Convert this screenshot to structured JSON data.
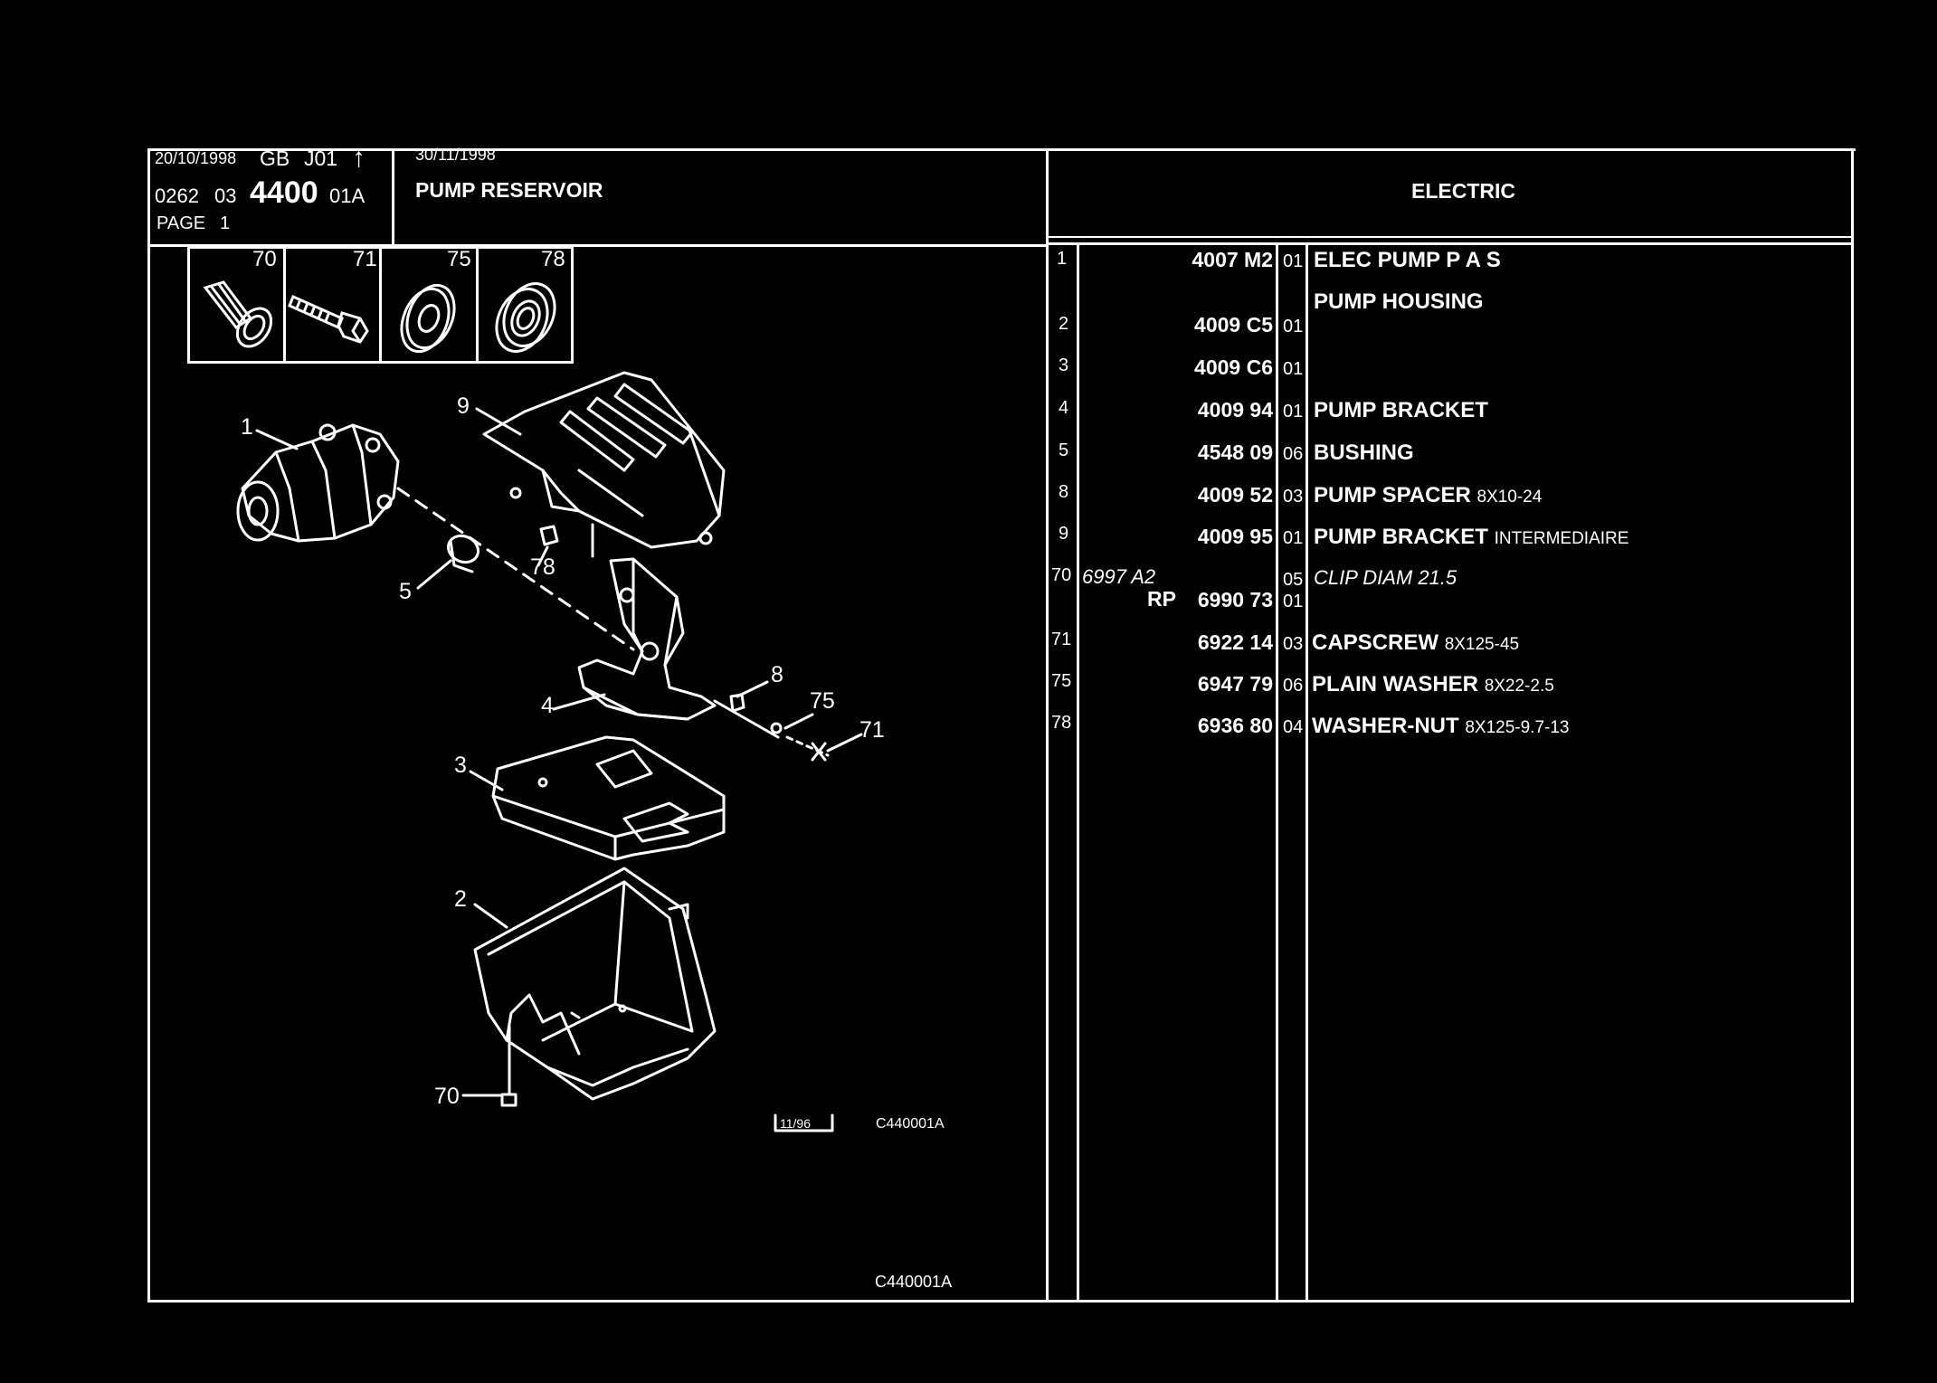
{
  "header": {
    "date_left": "20/10/1998",
    "lang_code": "GB",
    "j_code": "J01",
    "arrow_glyph": "↑",
    "group_prefix": "0262",
    "group_number": "03",
    "main_code": "4400",
    "variant": "01A",
    "page_label": "PAGE",
    "page_number": "1",
    "date_right": "30/11/1998",
    "title": "PUMP RESERVOIR",
    "section_title": "ELECTRIC"
  },
  "thumbnails": [
    {
      "ref": "70",
      "icon": "clip-icon"
    },
    {
      "ref": "71",
      "icon": "capscrew-icon"
    },
    {
      "ref": "75",
      "icon": "plain-washer-icon"
    },
    {
      "ref": "78",
      "icon": "washer-nut-icon"
    }
  ],
  "diagram": {
    "callouts": {
      "c1": "1",
      "c9": "9",
      "c5": "5",
      "c78": "78",
      "c8": "8",
      "c4": "4",
      "c75": "75",
      "c71": "71",
      "c3": "3",
      "c2": "2",
      "c70": "70"
    },
    "date_stamp": "11/96",
    "drawing_ref": "C440001A",
    "footer_ref": "C440001A"
  },
  "parts": [
    {
      "ref": "1",
      "prefix": "",
      "part_no": "4007 M2",
      "qty": "01",
      "description": "ELEC PUMP P A S",
      "spec": ""
    },
    {
      "ref": "",
      "prefix": "",
      "part_no": "",
      "qty": "",
      "description": "PUMP HOUSING",
      "spec": ""
    },
    {
      "ref": "2",
      "prefix": "",
      "part_no": "4009 C5",
      "qty": "01",
      "description": "",
      "spec": ""
    },
    {
      "ref": "3",
      "prefix": "",
      "part_no": "4009 C6",
      "qty": "01",
      "description": "",
      "spec": ""
    },
    {
      "ref": "4",
      "prefix": "",
      "part_no": "4009 94",
      "qty": "01",
      "description": "PUMP BRACKET",
      "spec": ""
    },
    {
      "ref": "5",
      "prefix": "",
      "part_no": "4548 09",
      "qty": "06",
      "description": "BUSHING",
      "spec": ""
    },
    {
      "ref": "8",
      "prefix": "",
      "part_no": "4009 52",
      "qty": "03",
      "description": "PUMP SPACER",
      "spec": "8X10-24"
    },
    {
      "ref": "9",
      "prefix": "",
      "part_no": "4009 95",
      "qty": "01",
      "description": "PUMP BRACKET",
      "spec": "INTERMEDIAIRE"
    },
    {
      "ref": "70",
      "prefix": "6997 A2",
      "part_no": "",
      "qty": "05",
      "description": "CLIP DIAM 21.5",
      "spec": ""
    },
    {
      "ref": "",
      "prefix": "RP",
      "part_no": "6990 73",
      "qty": "01",
      "description": "",
      "spec": ""
    },
    {
      "ref": "71",
      "prefix": "",
      "part_no": "6922 14",
      "qty": "03",
      "description": "CAPSCREW",
      "spec": "8X125-45"
    },
    {
      "ref": "75",
      "prefix": "",
      "part_no": "6947 79",
      "qty": "06",
      "description": "PLAIN WASHER",
      "spec": "8X22-2.5"
    },
    {
      "ref": "78",
      "prefix": "",
      "part_no": "6936 80",
      "qty": "04",
      "description": "WASHER-NUT",
      "spec": "8X125-9.7-13"
    }
  ],
  "colors": {
    "background": "#000000",
    "ink": "#ffffff"
  }
}
